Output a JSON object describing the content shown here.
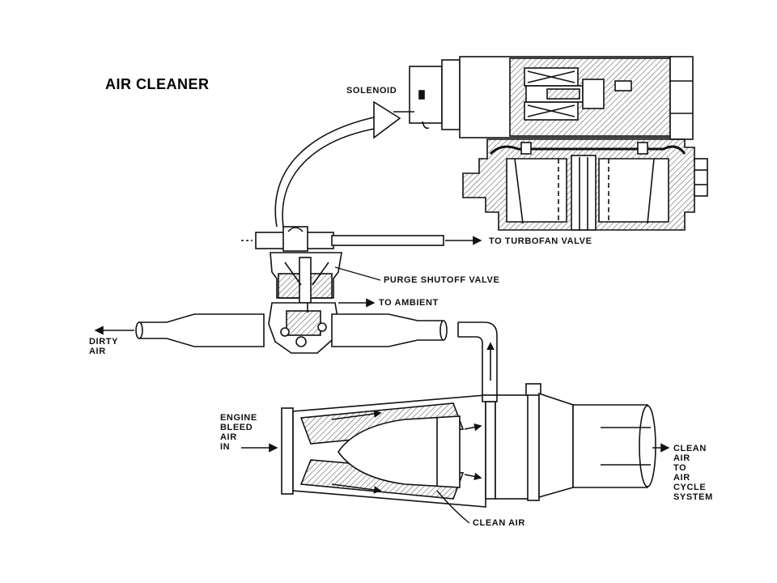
{
  "title": "AIR CLEANER",
  "labels": {
    "solenoid": "SOLENOID",
    "to_turbofan_valve": "TO TURBOFAN VALVE",
    "purge_shutoff_valve": "PURGE SHUTOFF VALVE",
    "to_ambient": "TO AMBIENT",
    "dirty_air": [
      "DIRTY",
      "AIR"
    ],
    "engine_bleed_air_in": [
      "ENGINE",
      "BLEED",
      "AIR",
      "IN"
    ],
    "clean_air_bottom": "CLEAN AIR",
    "clean_air_to_cycle": [
      "CLEAN",
      "AIR",
      "TO",
      "AIR",
      "CYCLE",
      "SYSTEM"
    ]
  },
  "colors": {
    "ink": "#111111",
    "paper": "#ffffff"
  }
}
